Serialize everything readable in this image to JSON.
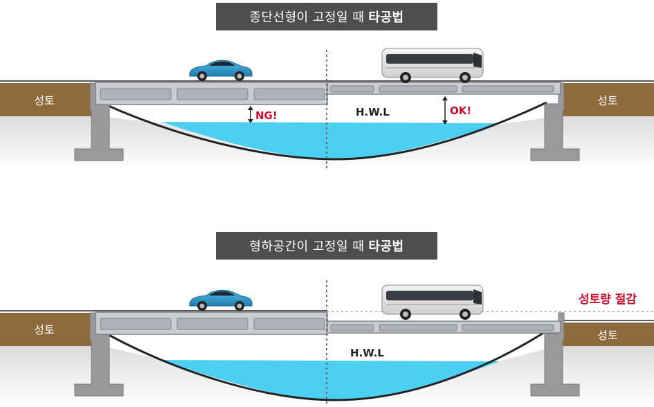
{
  "panels": [
    {
      "title_regular": "종단선형이 고정일 때",
      "title_bold": "타공법",
      "embankment_left": "성토",
      "embankment_right": "성토",
      "hwl": "H.W.L",
      "ng_label": "NG!",
      "ok_label": "OK!"
    },
    {
      "title_regular": "형하공간이 고정일 때",
      "title_bold": "타공법",
      "embankment_left": "성토",
      "embankment_right": "성토",
      "hwl": "H.W.L",
      "reduction_label": "성토량 절감"
    }
  ],
  "colors": {
    "title_bg": "#4d4d4d",
    "embankment": "#8c6a3c",
    "water": "#4dcff2",
    "concrete": "#9a9a9a",
    "girder": "#c9cdd1",
    "car": "#2f9fd4",
    "accent_red": "#c8102e"
  }
}
